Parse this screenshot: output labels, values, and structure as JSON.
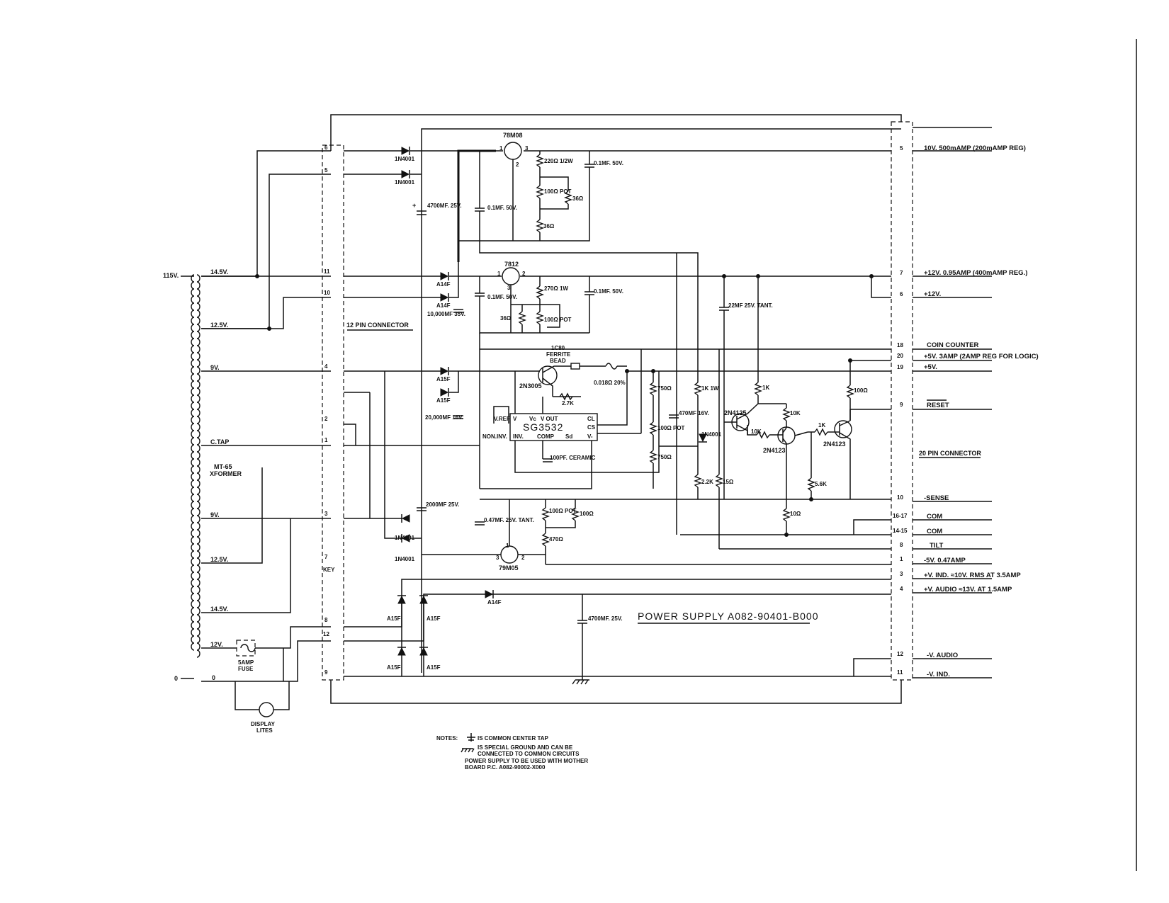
{
  "title": "POWER SUPPLY  A082-90401-B000",
  "transformer": {
    "primary_label": "115V.",
    "primary_zero": "0",
    "name": "MT-65 XFORMER",
    "taps": [
      "14.5V.",
      "12.5V.",
      "9V.",
      "C.TAP",
      "9V.",
      "12.5V.",
      "14.5V.",
      "12V.",
      "0"
    ]
  },
  "fuse_label": "5AMP FUSE",
  "lamp_label": "DISPLAY LITES",
  "connector12": {
    "label": "12 PIN CONNECTOR",
    "pins": [
      "6",
      "5",
      "11",
      "10",
      "4",
      "2",
      "1",
      "3",
      "7",
      "8",
      "12",
      "9"
    ],
    "key": "KEY"
  },
  "connector20": {
    "label": "20 PIN CONNECTOR",
    "pins": [
      "5",
      "7",
      "6",
      "18",
      "20",
      "19",
      "9",
      "10",
      "16-17",
      "14-15",
      "8",
      "1",
      "3",
      "4",
      "12",
      "11"
    ]
  },
  "outputs": [
    "10V. 500mAMP (200mAMP REG)",
    "+12V. 0.95AMP (400mAMP REG.)",
    "+12V.",
    "COIN COUNTER",
    "+5V. 3AMP (2AMP REG FOR LOGIC)",
    "+5V.",
    "RESET",
    "-SENSE",
    "COM",
    "COM",
    "TILT",
    "-5V. 0.47AMP",
    "+V. IND. ≈10V. RMS AT 3.5AMP",
    "+V. AUDIO ≈13V. AT 1.5AMP",
    "-V. AUDIO",
    "-V. IND."
  ],
  "diodes": {
    "d1": "1N4001",
    "d2": "1N4001",
    "d3": "A14F",
    "d4": "A14F",
    "d5": "A15F",
    "d6": "A15F",
    "d7": "1N4001",
    "d8": "1N4001",
    "d9": "A14F",
    "d10": "A15F",
    "d11": "A15F",
    "d12": "A15F",
    "d13": "A15F",
    "d14": "1N4001"
  },
  "regulators": {
    "r1": "78M08",
    "r2": "7812",
    "r3": "79M05",
    "ic": "SG3532",
    "r1_pins": [
      "1",
      "3",
      "2"
    ],
    "r2_pins": [
      "1",
      "2",
      "3"
    ],
    "r3_pins": [
      "3",
      "2",
      "1"
    ]
  },
  "ic_pins": [
    "V.REF",
    "V",
    "Vc",
    "V OUT",
    "CL",
    "CS",
    "NON.INV.",
    "INV.",
    "COMP",
    "Sd",
    "V-"
  ],
  "transistors": {
    "t1": "2N3005",
    "t2": "2N4125",
    "t3": "2N4123",
    "t4": "2N4123"
  },
  "components": {
    "c1": "4700MF. 25V.",
    "c2": "0.1MF. 50V.",
    "c3": "0.1MF. 50V.",
    "c4": "10,000MF 35V.",
    "c5": "0.1MF. 50V.",
    "c6": "0.1MF. 50V.",
    "c7": "22MF 25V. TANT.",
    "c8": "20,000MF 16V.",
    "c9": "470MF 16V.",
    "c10": "100PF. CERAMIC",
    "c11": "2000MF 25V.",
    "c12": "0.47MF. 25V. TANT.",
    "c13": "4700MF. 25V.",
    "r1": "220Ω 1/2W",
    "r2": "100Ω POT",
    "r3": "36Ω",
    "r4": "36Ω",
    "r5": "270Ω 1W",
    "r6": "36Ω",
    "r7": "100Ω POT",
    "r8": "2.7K",
    "r9": "0.018Ω 20%",
    "r10": "750Ω",
    "r11": "100Ω POT",
    "r12": "750Ω",
    "r13": "1K 1W",
    "r14": "2.2K",
    "r15": "15Ω",
    "r16": "1K",
    "r17": "10K",
    "r18": "10K",
    "r19": "1K",
    "r20": "100Ω",
    "r21": "5.6K",
    "r22": "10Ω",
    "r23": "100Ω POT",
    "r24": "100Ω",
    "r25": "470Ω",
    "ferrite": "1C80 FERRITE BEAD"
  },
  "notes": {
    "label": "NOTES:",
    "lines": [
      "IS COMMON CENTER TAP",
      "IS SPECIAL GROUND AND CAN BE",
      "CONNECTED TO COMMON CIRCUITS",
      "POWER SUPPLY TO BE USED WITH MOTHER",
      "BOARD P.C. A082-90002-X000"
    ]
  }
}
